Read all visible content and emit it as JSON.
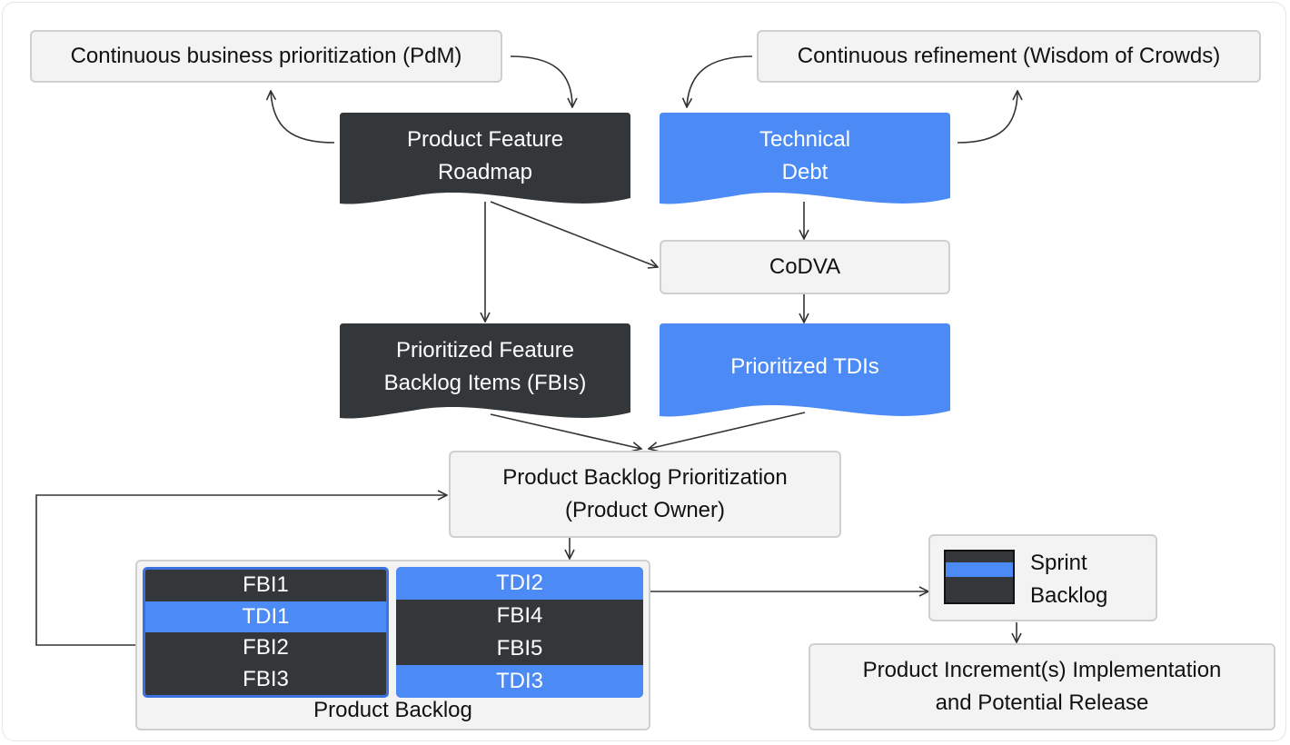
{
  "colors": {
    "dark": "#343739",
    "blue": "#4c8bf5",
    "box_fill": "#f3f3f3",
    "box_border": "#cfcfcf",
    "line": "#333333"
  },
  "nodes": {
    "business_prioritization": "Continuous business prioritization (PdM)",
    "refinement": "Continuous refinement (Wisdom of Crowds)",
    "product_feature_roadmap": "Product Feature\nRoadmap",
    "technical_debt": "Technical\nDebt",
    "codva": "CoDVA",
    "prioritized_fbis": "Prioritized Feature\nBacklog Items (FBIs)",
    "prioritized_tdis": "Prioritized TDIs",
    "backlog_prioritization": "Product Backlog Prioritization\n(Product Owner)",
    "product_backlog_label": "Product Backlog",
    "sprint_backlog": "Sprint\nBacklog",
    "increment": "Product Increment(s) Implementation\nand Potential Release"
  },
  "backlog": {
    "left_column": [
      {
        "label": "FBI1",
        "kind": "dark"
      },
      {
        "label": "TDI1",
        "kind": "blue"
      },
      {
        "label": "FBI2",
        "kind": "dark"
      },
      {
        "label": "FBI3",
        "kind": "dark"
      }
    ],
    "right_column": [
      {
        "label": "TDI2",
        "kind": "blue"
      },
      {
        "label": "FBI4",
        "kind": "dark"
      },
      {
        "label": "FBI5",
        "kind": "dark"
      },
      {
        "label": "TDI3",
        "kind": "blue"
      }
    ]
  }
}
